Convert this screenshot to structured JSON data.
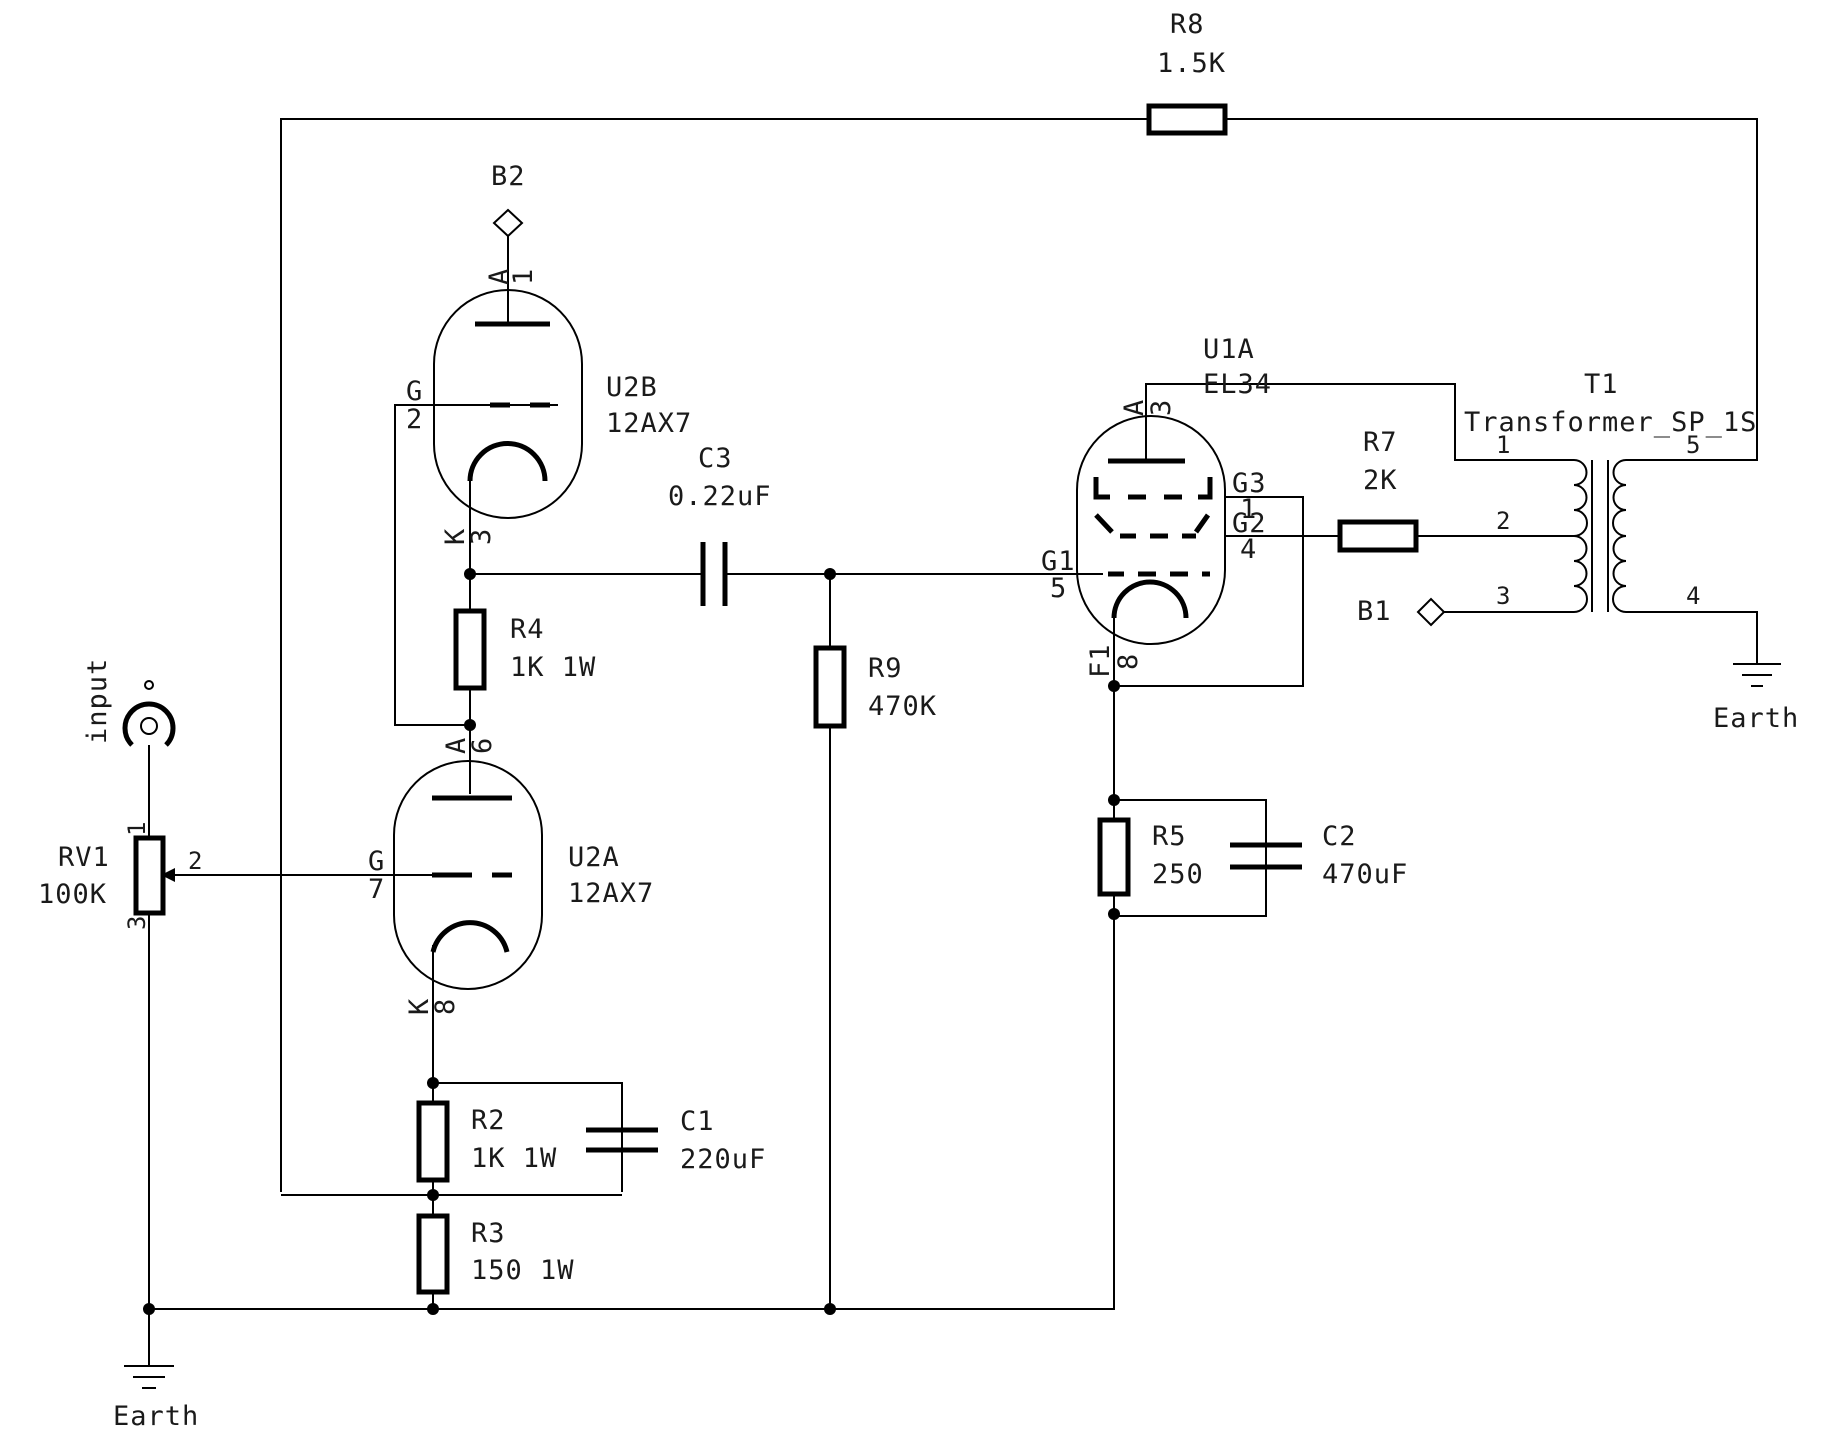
{
  "components": {
    "R8": {
      "ref": "R8",
      "value": "1.5K"
    },
    "R7": {
      "ref": "R7",
      "value": "2K"
    },
    "R4": {
      "ref": "R4",
      "value": "1K 1W"
    },
    "R9": {
      "ref": "R9",
      "value": "470K"
    },
    "R5": {
      "ref": "R5",
      "value": "250"
    },
    "R2": {
      "ref": "R2",
      "value": "1K 1W"
    },
    "R3": {
      "ref": "R3",
      "value": "150 1W"
    },
    "C3": {
      "ref": "C3",
      "value": "0.22uF"
    },
    "C2": {
      "ref": "C2",
      "value": "470uF"
    },
    "C1": {
      "ref": "C1",
      "value": "220uF"
    },
    "RV1": {
      "ref": "RV1",
      "value": "100K"
    },
    "U2B": {
      "ref": "U2B",
      "value": "12AX7"
    },
    "U2A": {
      "ref": "U2A",
      "value": "12AX7"
    },
    "U1A": {
      "ref": "U1A",
      "value": "EL34"
    },
    "T1": {
      "ref": "T1",
      "value": "Transformer_SP_1S"
    }
  },
  "power_flags": {
    "B2": "B2",
    "B1": "B1"
  },
  "connector": {
    "label": "input"
  },
  "grounds": {
    "label": "Earth"
  },
  "pins": {
    "U2B": {
      "A": "A",
      "A_num": "1",
      "G": "G",
      "G_num": "2",
      "K": "K",
      "K_num": "3"
    },
    "U2A": {
      "A": "A",
      "A_num": "6",
      "G": "G",
      "G_num": "7",
      "K": "K",
      "K_num": "8"
    },
    "U1A": {
      "A": "A",
      "A_num": "3",
      "G1": "G1",
      "G1_num": "5",
      "G2": "G2",
      "G2_num": "4",
      "G3": "G3",
      "G3_num": "1",
      "F1": "F1",
      "F1_num": "8"
    },
    "RV1": {
      "p1": "1",
      "p2": "2",
      "p3": "3"
    },
    "T1": {
      "p1": "1",
      "p2": "2",
      "p3": "3",
      "p4": "4",
      "p5": "5"
    }
  }
}
